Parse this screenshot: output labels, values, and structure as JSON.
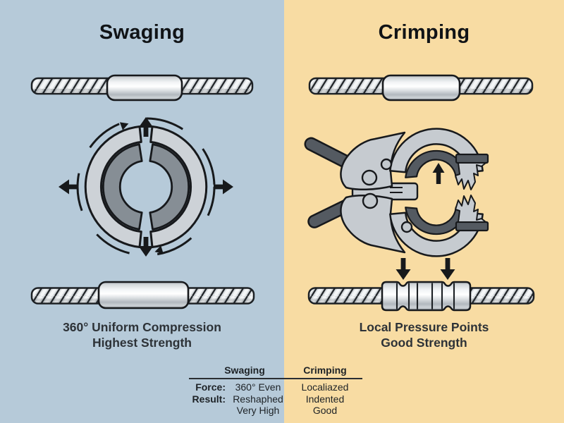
{
  "panels": {
    "swaging": {
      "title": "Swaging",
      "caption": [
        "360° Uniform Compression",
        "Highest Strength"
      ],
      "bg_color": "#b6cad9"
    },
    "crimping": {
      "title": "Crimping",
      "caption": [
        "Local Pressure Points",
        "Good Strength"
      ],
      "bg_color": "#f8dca3"
    }
  },
  "comparison_table": {
    "headers": {
      "swaging": "Swaging",
      "crimping": "Crimping"
    },
    "rows": [
      {
        "label": "Force:",
        "swaging": "360° Even",
        "crimping": "Localiazed"
      },
      {
        "label": "Result:",
        "swaging": "Reshaphed",
        "crimping": "Indented"
      },
      {
        "label": "",
        "swaging": "Very High",
        "crimping": "Good"
      }
    ]
  },
  "icons": {
    "swaging_arrows": "four outward compression arrows + clockwise rotation dashes",
    "crimping_arrows": "two downward pressure arrows + one upward jaw arrow"
  },
  "colors": {
    "swaging_bg": "#b6cad9",
    "crimping_bg": "#f8dca3",
    "outline": "#17191c",
    "metal_light": "#ccd1d6",
    "metal_dark": "#868e95",
    "tool_dark": "#545a61",
    "title_text": "#101316",
    "caption_text": "#2d3237"
  }
}
